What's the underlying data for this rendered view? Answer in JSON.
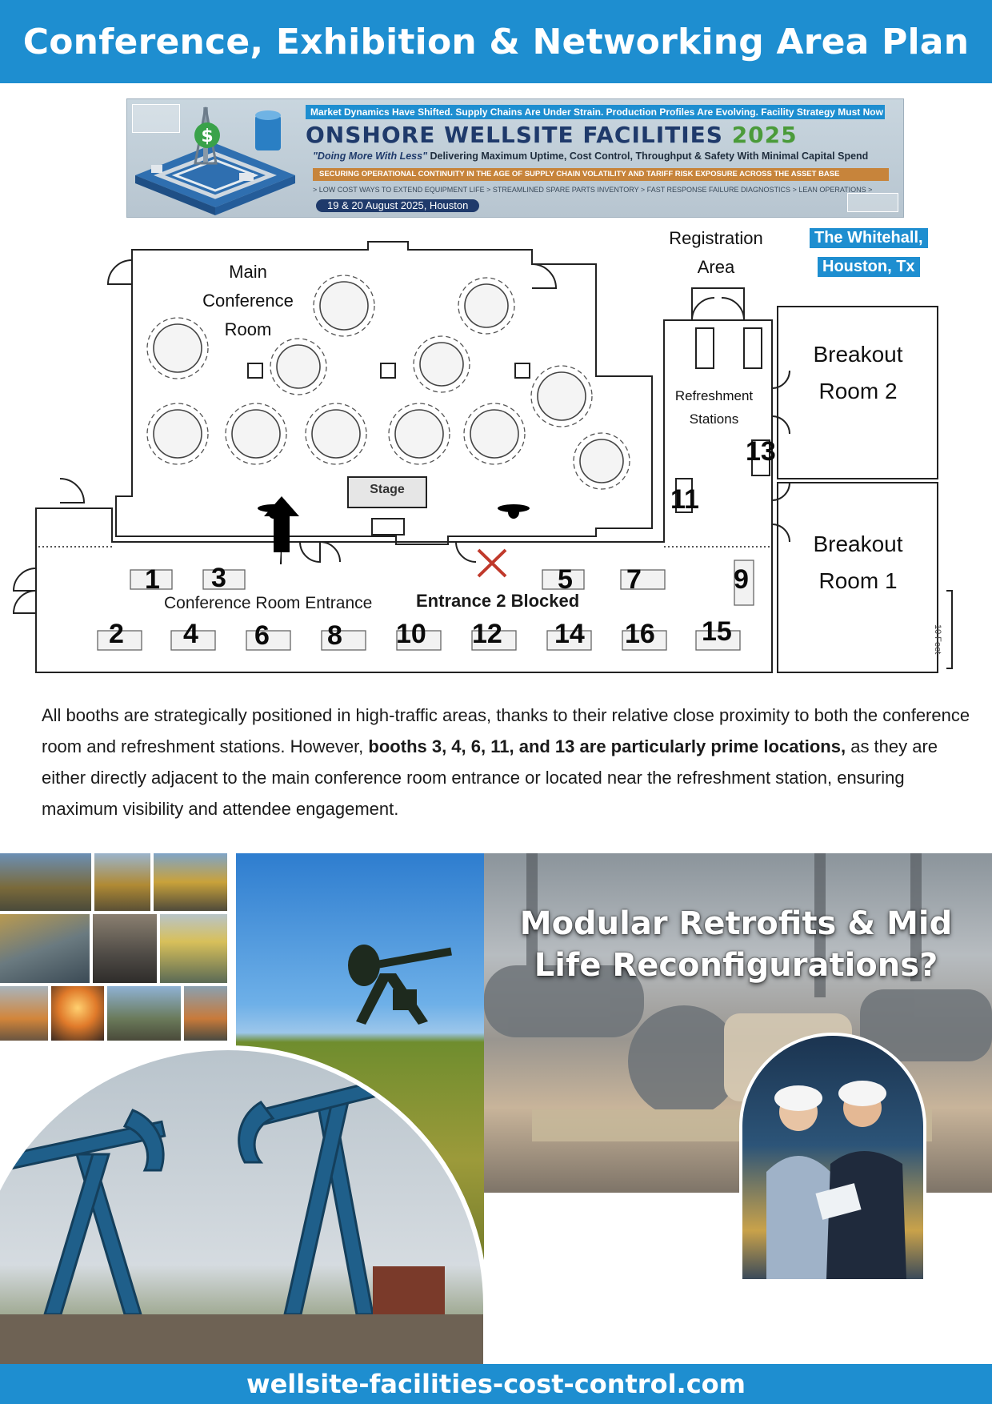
{
  "header": {
    "title": "Conference, Exhibition & Networking Area Plan"
  },
  "banner": {
    "tagline": "Market Dynamics Have Shifted. Supply Chains Are Under Strain. Production Profiles Are Evolving. Facility Strategy Must Now Follow Suit.",
    "title_main": "ONSHORE WELLSITE FACILITIES ",
    "title_year": "2025",
    "subtitle_quote": "\"Doing More With Less\"",
    "subtitle_rest": " Delivering Maximum Uptime, Cost Control, Throughput & Safety With Minimal Capital Spend",
    "orange_strip": "SECURING OPERATIONAL CONTINUITY IN THE AGE OF SUPPLY CHAIN VOLATILITY AND TARIFF RISK EXPOSURE ACROSS THE ASSET BASE",
    "bullets": "> LOW COST WAYS TO EXTEND EQUIPMENT LIFE > STREAMLINED SPARE PARTS INVENTORY > FAST RESPONSE FAILURE DIAGNOSTICS > LEAN OPERATIONS >",
    "date": "19 & 20 August 2025, Houston"
  },
  "floorplan": {
    "main_room": [
      "Main",
      "Conference",
      "Room"
    ],
    "registration": [
      "Registration",
      "Area"
    ],
    "venue": [
      "The Whitehall,",
      "Houston, Tx"
    ],
    "breakout2": [
      "Breakout",
      "Room 2"
    ],
    "breakout1": [
      "Breakout",
      "Room 1"
    ],
    "refreshment": [
      "Refreshment",
      "Stations"
    ],
    "stage": "Stage",
    "entrance": "Conference Room Entrance",
    "entrance2": "Entrance 2 Blocked",
    "scale": "10 Feet",
    "booths": [
      "1",
      "2",
      "3",
      "4",
      "5",
      "6",
      "7",
      "8",
      "9",
      "10",
      "11",
      "12",
      "13",
      "14",
      "15",
      "16"
    ]
  },
  "description": {
    "part1": "All booths are strategically positioned in high-traffic areas, thanks to their relative close proximity to both the conference room and refreshment stations. However, ",
    "bold": "booths 3, 4, 6, 11, and 13 are particularly prime locations,",
    "part2": " as they are either directly adjacent to the main conference room entrance or located near the refreshment station, ensuring maximum visibility and attendee engagement."
  },
  "collage": {
    "heading": "Modular Retrofits & Mid Life Reconfigurations?"
  },
  "footer": {
    "url": "wellsite-facilities-cost-control.com"
  },
  "colors": {
    "brand_blue": "#1e8ed0",
    "navy": "#1f3a6b",
    "green": "#4b9b3a",
    "orange": "#c7843b",
    "blocked_red": "#c0392b"
  }
}
